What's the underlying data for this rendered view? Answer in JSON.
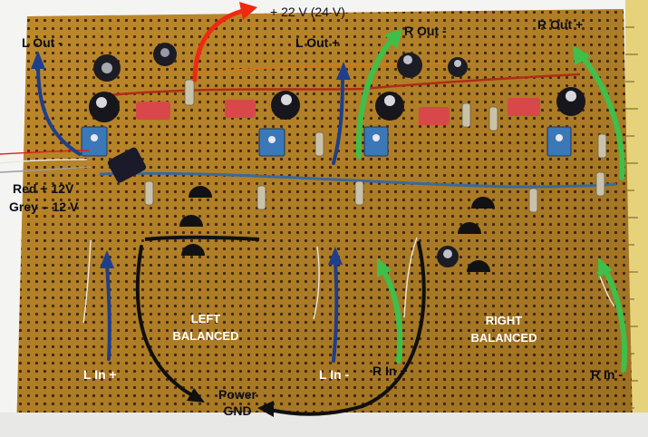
{
  "photo": {
    "board_color": "#c8902c",
    "annotations": {
      "supply": "+ 22 V (24 V)",
      "l_out_minus": "L Out -",
      "l_out_plus": "L Out +",
      "r_out_minus": "R Out -",
      "r_out_plus": "R Out +",
      "red_12v": "Red + 12V",
      "grey_12v": "Grey – 12 V",
      "left_balanced_1": "LEFT",
      "left_balanced_2": "BALANCED",
      "right_balanced_1": "RIGHT",
      "right_balanced_2": "BALANCED",
      "l_in_plus": "L In +",
      "l_in_minus": "L In -",
      "r_in_plus": "R In +",
      "r_in_minus": "R In -",
      "power_gnd_1": "Power",
      "power_gnd_2": "GND"
    },
    "arrow_colors": {
      "red": "#ee2a10",
      "blue": "#1f3f8c",
      "green": "#3fbf4a",
      "black": "#101010"
    }
  }
}
